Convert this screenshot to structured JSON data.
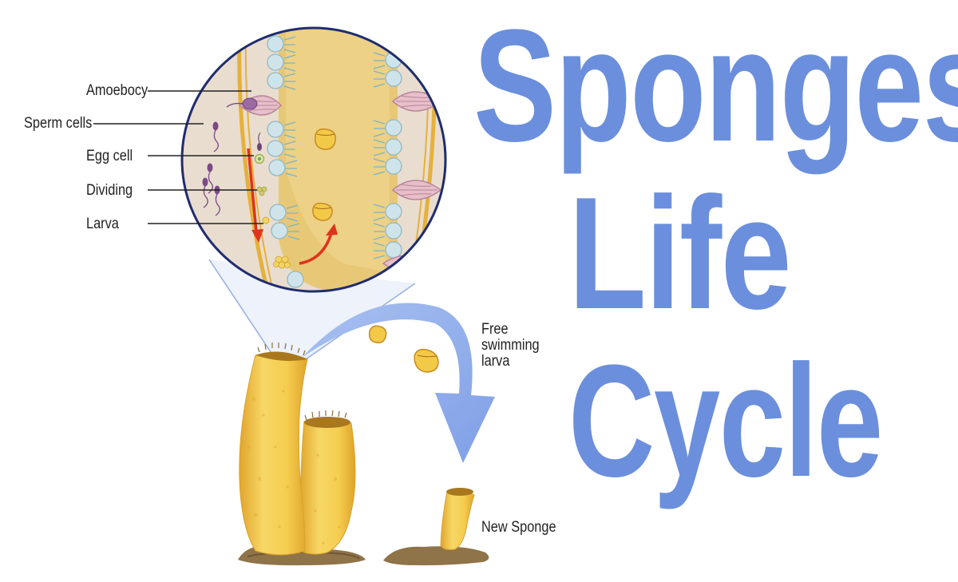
{
  "title": {
    "line1": "Sponges",
    "line2": "Life",
    "line3": "Cycle"
  },
  "labels": {
    "amoebocy": "Amoebocy",
    "sperm_cells": "Sperm cells",
    "egg_cell": "Egg cell",
    "dividing": "Dividing",
    "larva": "Larva",
    "free_swimming_larva": "Free\nswimming\nlarva",
    "new_sponge": "New Sponge"
  },
  "colors": {
    "title": "#6b8fdc",
    "sponge_body": "#f5cd4f",
    "sponge_shadow": "#e0a52c",
    "soil": "#8f7349",
    "cycle_arrow": "#7f9fe6",
    "development_arrow": "#e0321c",
    "magnifier_ring": "#1f2d6e",
    "cell_layer": "#e9ddd0",
    "choanocyte": "#cfe4ea",
    "porocyte": "#e7bfc9"
  }
}
